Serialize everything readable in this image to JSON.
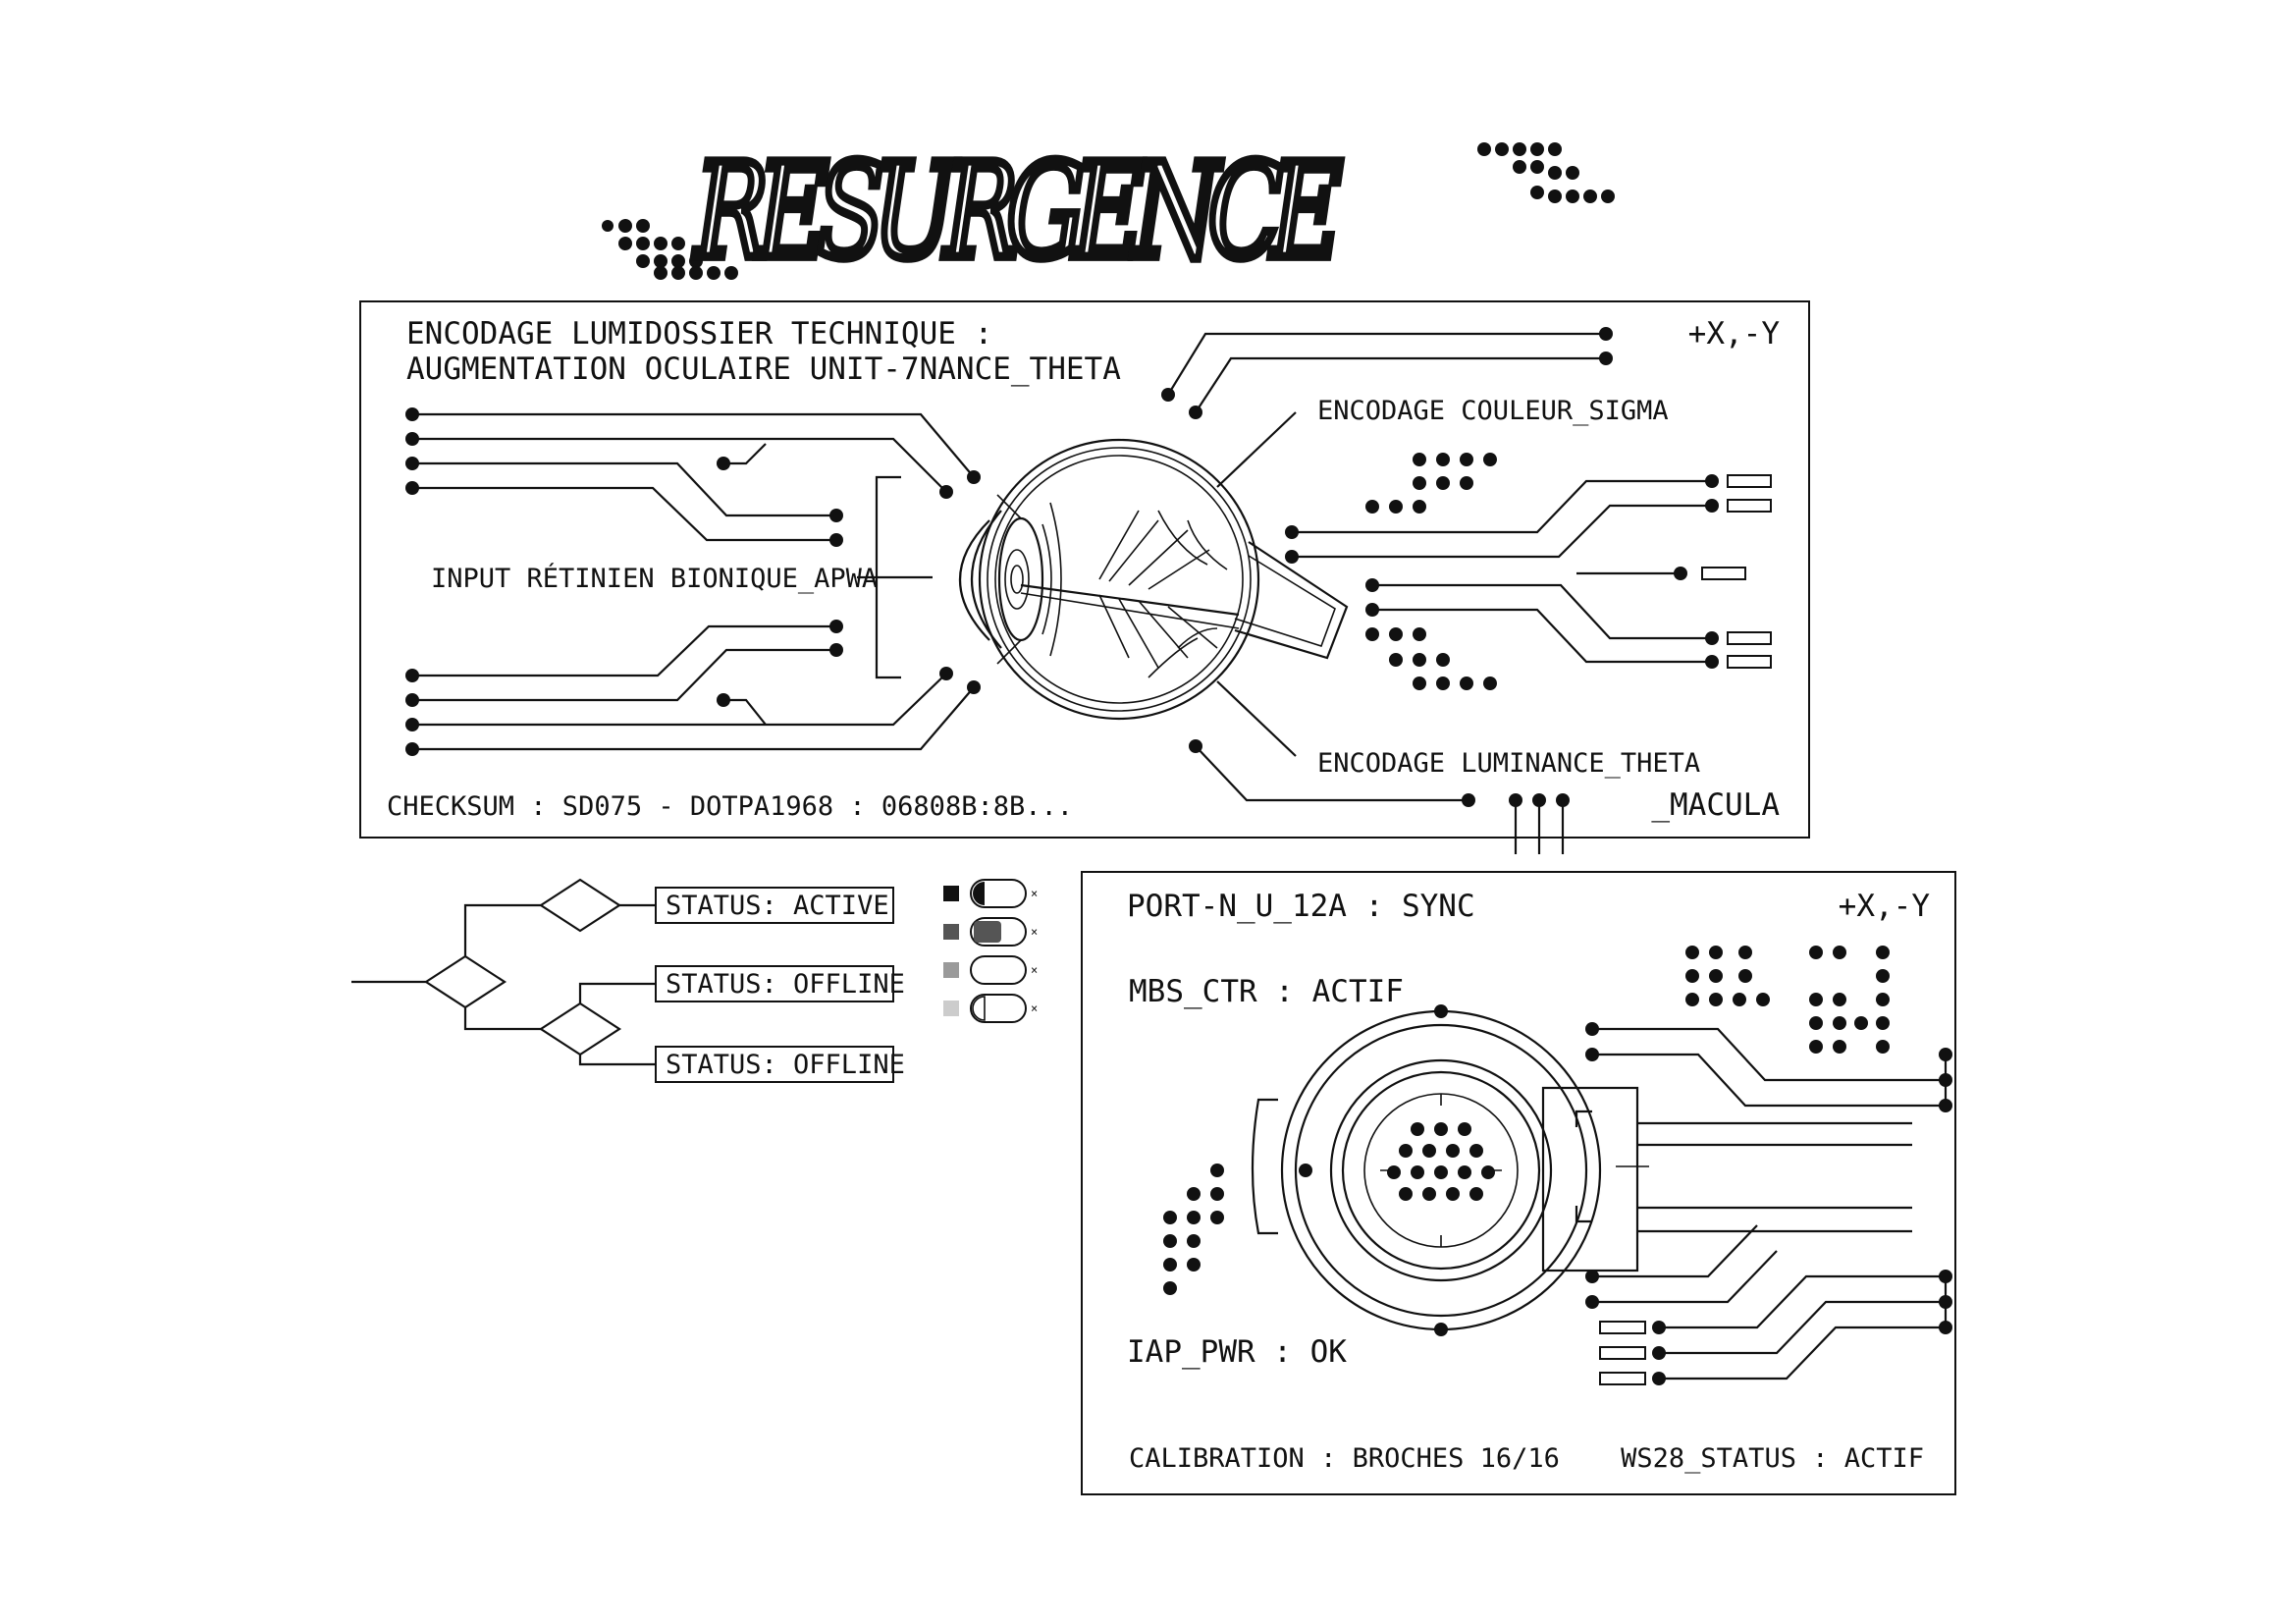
{
  "logo": {
    "text": "RESURGENCE"
  },
  "panel_top": {
    "title_line1": "ENCODAGE LUMIDOSSIER TECHNIQUE :",
    "title_line2": "AUGMENTATION OCULAIRE UNIT-7NANCE_THETA",
    "coord": "+X,-Y",
    "label_color": "ENCODAGE COULEUR_SIGMA",
    "label_input": "INPUT RÉTINIEN BIONIQUE_APWA",
    "label_luminance": "ENCODAGE LUMINANCE_THETA",
    "checksum": "CHECKSUM : SD075 - DOTPA1968 : 06808B:8B...",
    "macula": "_MACULA"
  },
  "status_tree": {
    "items": [
      {
        "label": "STATUS: ACTIVE"
      },
      {
        "label": "STATUS: OFFLINE"
      },
      {
        "label": "STATUS: OFFLINE"
      }
    ]
  },
  "toggles": {
    "swatches": [
      "#111111",
      "#555555",
      "#9a9a9a",
      "#cccccc"
    ],
    "mark": "×"
  },
  "panel_bottom": {
    "port": "PORT-N_U_12A : SYNC",
    "coord": "+X,-Y",
    "mbs": "MBS_CTR : ACTIF",
    "iap": "IAP_PWR : OK",
    "calibration": "CALIBRATION : BROCHES 16/16",
    "ws28": "WS28_STATUS : ACTIF"
  },
  "colors": {
    "ink": "#111111",
    "paper": "#ffffff"
  }
}
